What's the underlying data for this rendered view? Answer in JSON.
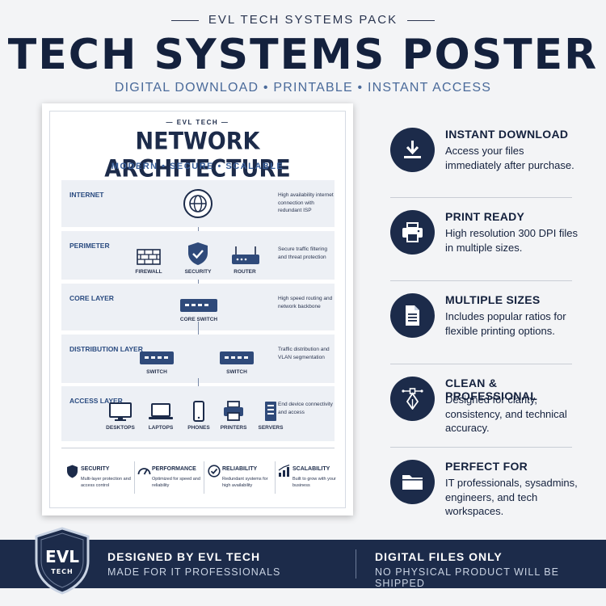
{
  "header": {
    "pack": "EVL TECH SYSTEMS PACK",
    "title": "TECH SYSTEMS POSTER",
    "subtitle": "DIGITAL DOWNLOAD • PRINTABLE • INSTANT ACCESS"
  },
  "poster": {
    "brand": "EVL TECH",
    "title": "NETWORK ARCHITECTURE",
    "subtitle": "MODERN • SECURE • SCALABLE",
    "layers": [
      {
        "label": "INTERNET",
        "desc": "High availability internet connection with redundant ISP"
      },
      {
        "label": "PERIMETER",
        "desc": "Secure traffic filtering and threat protection"
      },
      {
        "label": "CORE LAYER",
        "desc": "High speed routing and network backbone"
      },
      {
        "label": "DISTRIBUTION LAYER",
        "desc": "Traffic distribution and VLAN segmentation"
      },
      {
        "label": "ACCESS LAYER",
        "desc": "End device connectivity and access"
      }
    ],
    "nodes": {
      "firewall": "FIREWALL",
      "security": "SECURITY",
      "router": "ROUTER",
      "core_switch": "CORE SWITCH",
      "switch1": "SWITCH",
      "switch2": "SWITCH",
      "desktops": "DESKTOPS",
      "laptops": "LAPTOPS",
      "phones": "PHONES",
      "printers": "PRINTERS",
      "servers": "SERVERS"
    },
    "footer": [
      {
        "title": "SECURITY",
        "desc": "Multi-layer protection and access control"
      },
      {
        "title": "PERFORMANCE",
        "desc": "Optimized for speed and reliability"
      },
      {
        "title": "RELIABILITY",
        "desc": "Redundant systems for high availability"
      },
      {
        "title": "SCALABILITY",
        "desc": "Built to grow with your business"
      }
    ]
  },
  "features": [
    {
      "icon": "download-icon",
      "title": "INSTANT DOWNLOAD",
      "desc": "Access your files immediately after purchase."
    },
    {
      "icon": "printer-icon",
      "title": "PRINT READY",
      "desc": "High resolution 300 DPI files in multiple sizes."
    },
    {
      "icon": "document-icon",
      "title": "MULTIPLE SIZES",
      "desc": "Includes popular ratios for flexible printing options."
    },
    {
      "icon": "pen-tool-icon",
      "title": "CLEAN & PROFESSIONAL",
      "desc": "Designed for clarity, consistency, and technical accuracy."
    },
    {
      "icon": "folder-icon",
      "title": "PERFECT FOR",
      "desc": "IT professionals, sysadmins, engineers, and tech workspaces."
    }
  ],
  "bottom": {
    "logo_main": "EVL",
    "logo_sub": "TECH",
    "left_title": "DESIGNED BY EVL TECH",
    "left_sub": "MADE FOR IT PROFESSIONALS",
    "right_title": "DIGITAL FILES ONLY",
    "right_sub": "NO PHYSICAL PRODUCT WILL BE SHIPPED"
  },
  "colors": {
    "navy": "#1c2b4a",
    "accent_blue": "#3a5f99",
    "band": "#edf0f5"
  }
}
